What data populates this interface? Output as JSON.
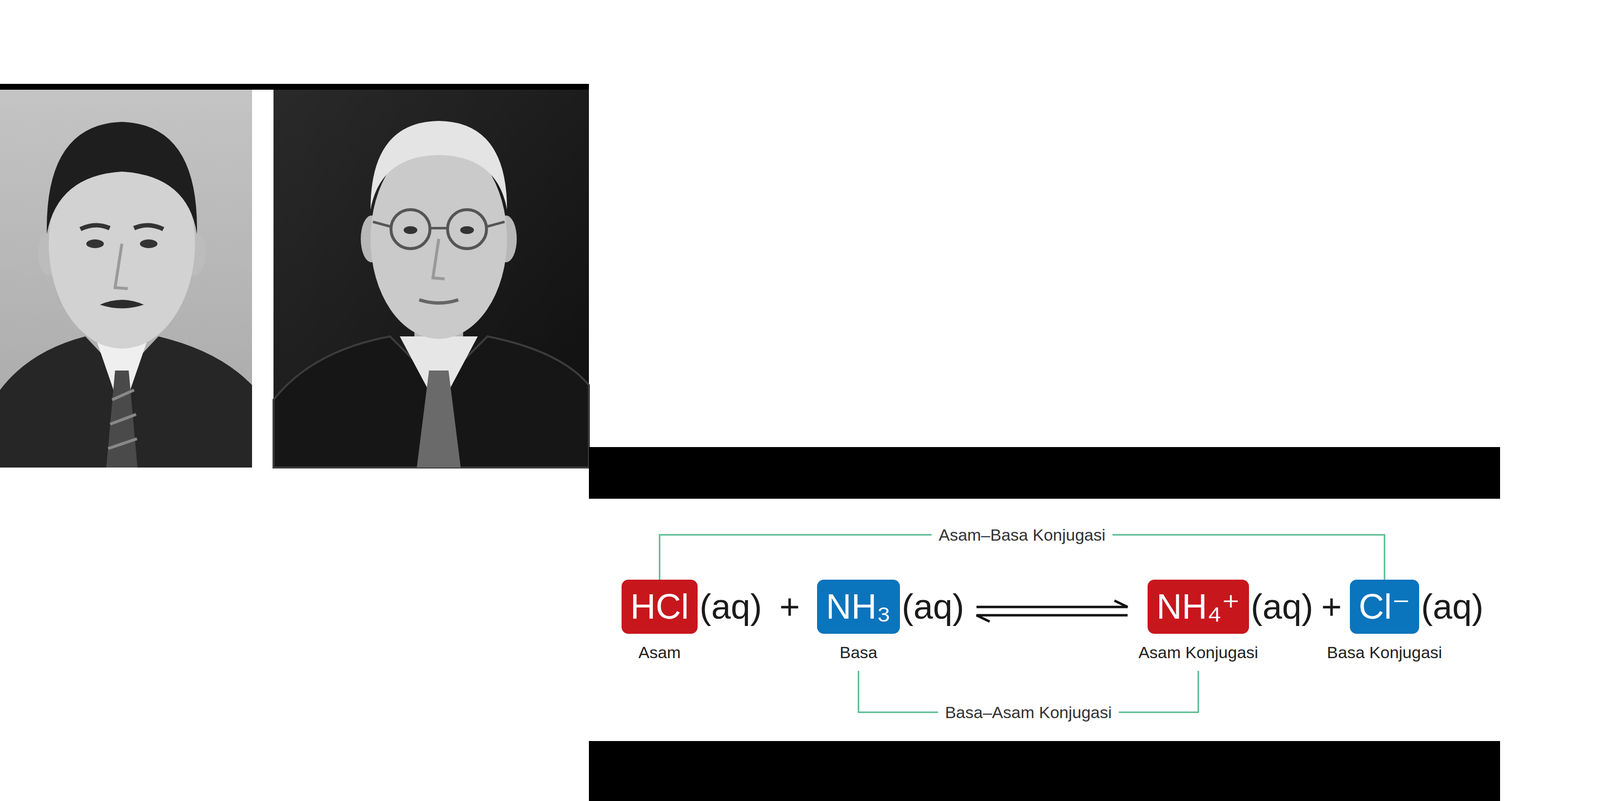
{
  "diagram": {
    "nodes": [
      {
        "text": [
          "HCl",
          "Asam"
        ]
      },
      {
        "text": [
          "NH₃",
          "Basa"
        ]
      },
      {
        "text": [
          "NH₄⁺",
          "Asam Konjugasi"
        ]
      },
      {
        "text": [
          "Cl⁻",
          "Basa Konjugasi"
        ]
      }
    ],
    "edges": [
      {
        "from": 0,
        "to": 3,
        "arrow": "none",
        "label": "Asam–Basa Konjugasi"
      },
      {
        "from": 1,
        "to": 2,
        "arrow": "none",
        "label": "Basa–Asam Konjugasi"
      }
    ],
    "labels": [
      "(aq)",
      "+",
      "(aq)",
      "(aq)",
      "+",
      "(aq)"
    ]
  }
}
